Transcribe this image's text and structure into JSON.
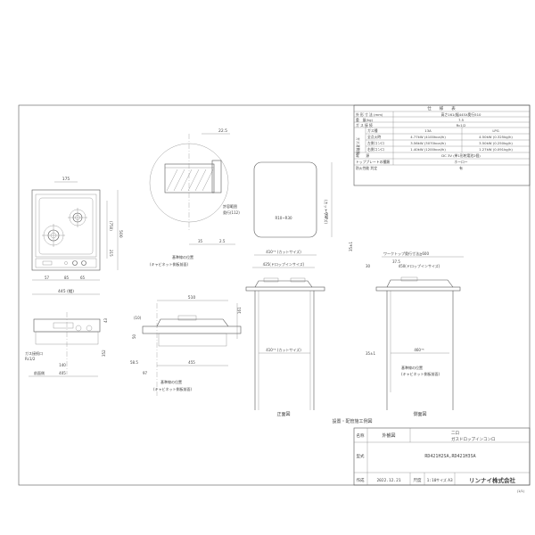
{
  "spec_table": {
    "title": "仕　　様　　表",
    "rows": [
      {
        "label": "外 形 寸 法 (mm)",
        "value": "高さ161(幅445X奥行510"
      },
      {
        "label": "重　量(kg)",
        "value": "7.5"
      },
      {
        "label": "ガ ス 接 続",
        "value": "Rc1/2"
      },
      {
        "label": "ガス種",
        "col1": "13A",
        "col2": "LPG"
      },
      {
        "label": "全点火時",
        "col1": "4.77kW (4100kcal/h)",
        "col2": "4.50kW (0.325kg/h)"
      },
      {
        "label": "左側コンロ",
        "col1": "3.56kW (3070kcal/h)",
        "col2": "3.50kW (0.250kg/h)"
      },
      {
        "label": "右側コンロ",
        "col1": "1.40kW (1200kcal/h)",
        "col2": "1.27kW (0.091kg/h)"
      },
      {
        "label": "電　　源",
        "value": "DC 3V (単1形乾電池2個)"
      },
      {
        "label": "トッププレートの種類",
        "value": "ホーロー"
      },
      {
        "label": "防火性能 判定",
        "value": "有"
      }
    ],
    "side_label": "ガス消費量"
  },
  "dims": {
    "d175": "175",
    "d750": "(750)",
    "d500": "500",
    "d215": "215",
    "d445": "445 (幅)",
    "d57": "57",
    "d85": "85",
    "d65": "65",
    "d22_5": "22.5",
    "d35": "35",
    "d2_5": "2.5",
    "cap_note1": "許容範囲",
    "cap_note2": "奥行(112)",
    "ref_line": "基準線の位置",
    "cabinet": "(キャビネット側板前面)",
    "cut_410": "410⁺⁵ (カットサイズ)",
    "drop_425": "425(ドロップインサイズ)",
    "r10": "R10~R30",
    "cut_460": "460⁺⁵",
    "cut_label": "(カットサイズ)",
    "worktop": "ワークトップ奥行寸法≧600",
    "d37_5": "37.5",
    "d30": "30",
    "drop_450": "450(ドロップインサイズ)",
    "d35_1": "35±1",
    "d510": "510",
    "d161": "161",
    "d43": "43",
    "d10": "(10)",
    "d405": "405",
    "d455": "455",
    "d140": "140",
    "d50": "50",
    "d97": "97",
    "d58_5": "58.5",
    "gas_conn": "ガス接続口",
    "rc12": "Rc1/2",
    "front_side": "前面側",
    "d352": "352",
    "ref2": "基準線の位置",
    "cabinet2": "(キャビネット側板前面)",
    "view_front": "正面図",
    "view_side": "側面図",
    "install_title": "設置・配管施工例図"
  },
  "title_block": {
    "name_label": "名称",
    "drawing_type": "外観図",
    "product_1": "二口",
    "product_2": "ガスドロップインコンロ",
    "model_label": "型式",
    "model": "RD421H2SA,RD421H3SA",
    "date_label": "作成",
    "date": "2022.12.21",
    "scale_label": "尺度",
    "scale": "1:10",
    "size_label": "サイズ",
    "size": "A3",
    "company": "リンナイ株式会社"
  },
  "page_no": "(1/1)"
}
